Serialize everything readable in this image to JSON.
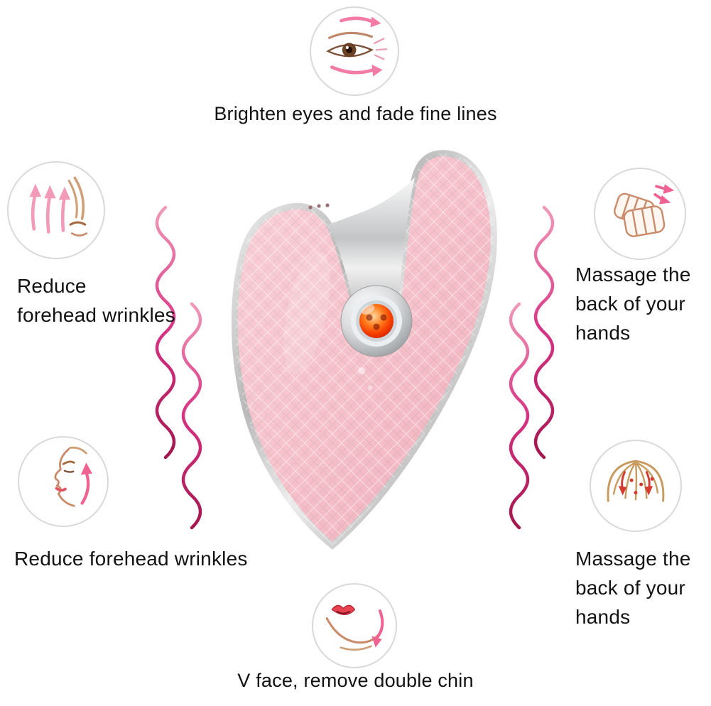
{
  "page": {
    "background_color": "#ffffff",
    "text_color": "#121212"
  },
  "features": {
    "top": {
      "icon": "eye-brighten-icon",
      "caption": "Brighten eyes and fade fine lines"
    },
    "left_upper": {
      "icon": "forehead-lift-icon",
      "lines": [
        "Reduce",
        "forehead wrinkles"
      ]
    },
    "right_upper": {
      "icon": "hands-massage-icon",
      "lines": [
        "Massage the",
        "back of your",
        "hands"
      ]
    },
    "left_lower": {
      "icon": "face-profile-lift-icon",
      "caption": "Reduce forehead wrinkles"
    },
    "right_lower": {
      "icon": "scalp-massage-icon",
      "lines": [
        "Massage the",
        "back of your",
        "hands"
      ]
    },
    "bottom": {
      "icon": "v-face-chin-icon",
      "caption": "V face, remove double chin"
    }
  },
  "device": {
    "name": "gua-sha-facial-massager",
    "body_color": "#f5c2cb",
    "trim_color": "#bdbdbd",
    "led_color": "#f43b00"
  },
  "decoration": {
    "wave_color_top": "#f09ab8",
    "wave_color_bottom": "#a4164e",
    "wave_count_left": 2,
    "wave_count_right": 2
  }
}
